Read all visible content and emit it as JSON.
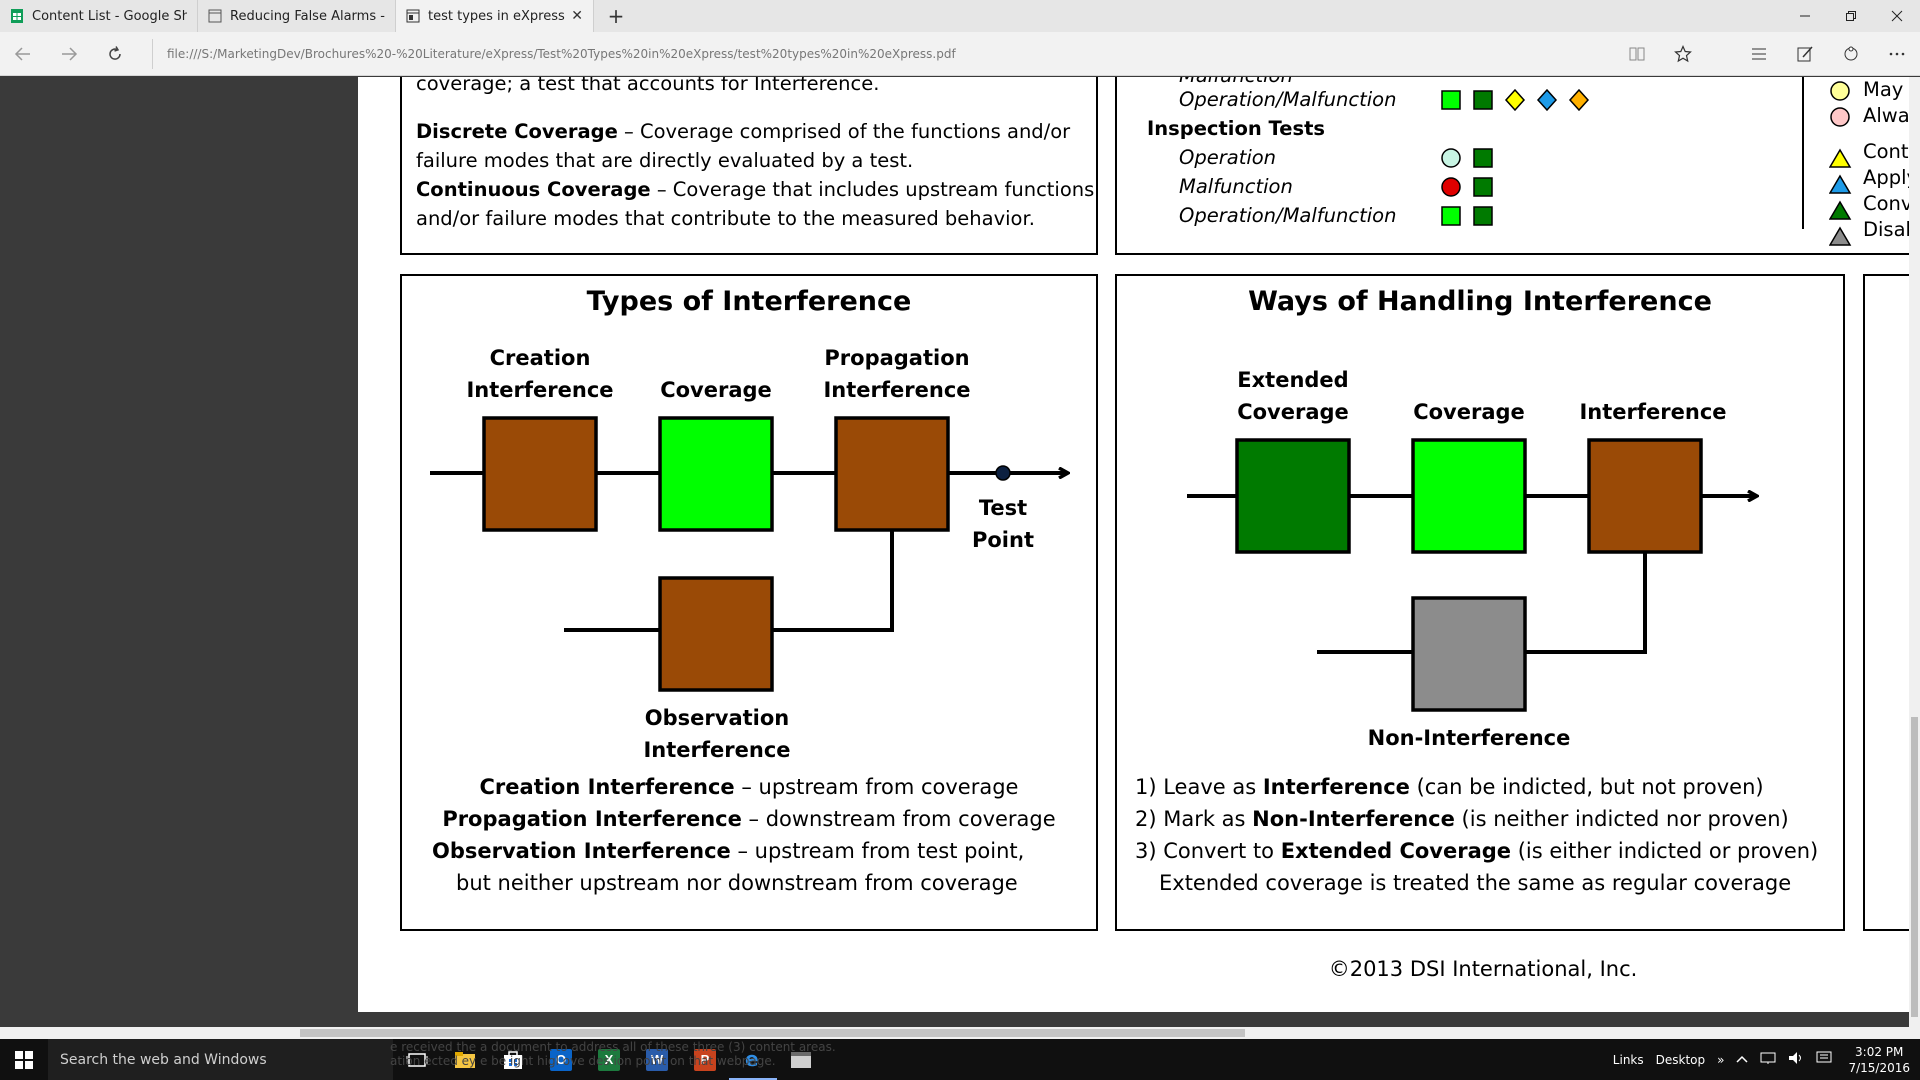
{
  "browser": {
    "tabs": [
      {
        "label": "Content List - Google Sheets",
        "icon": "sheets-icon",
        "active": false
      },
      {
        "label": "Reducing False Alarms - Jou",
        "icon": "page-icon",
        "active": false
      },
      {
        "label": "test types in eXpress.pdf",
        "icon": "pdf-icon",
        "active": true
      }
    ],
    "close_glyph": "✕",
    "new_tab_glyph": "+",
    "address": "file:///S:/MarketingDev/Brochures%20-%20Literature/eXpress/Test%20Types%20in%20eXpress/test%20types%20in%20eXpress.pdf"
  },
  "pdf": {
    "top_left": {
      "line1": "coverage; a test that accounts for Interference.",
      "discrete_term": "Discrete Coverage",
      "discrete_def_1": " – Coverage comprised of the functions and/or",
      "discrete_def_2": "failure modes that are directly evaluated by a test.",
      "continuous_term": "Continuous Coverage",
      "continuous_def_1": " – Coverage that includes upstream functions",
      "continuous_def_2": "and/or failure modes that contribute to the measured behavior."
    },
    "top_middle": {
      "cut_label": "Malfunction",
      "row_op_malf": "Operation/Malfunction",
      "inspection_title": "Inspection Tests",
      "insp_operation": "Operation",
      "insp_malfunction": "Malfunction",
      "insp_op_malf": "Operation/Malfunction"
    },
    "top_right": {
      "items": [
        "May",
        "Alwa",
        "Contr",
        "Apply",
        "Conv",
        "Disab"
      ]
    },
    "types_panel": {
      "title": "Types of Interference",
      "label_creation_1": "Creation",
      "label_creation_2": "Interference",
      "label_coverage": "Coverage",
      "label_propagation_1": "Propagation",
      "label_propagation_2": "Interference",
      "label_testpoint_1": "Test",
      "label_testpoint_2": "Point",
      "label_observation_1": "Observation",
      "label_observation_2": "Interference",
      "def1_term": "Creation Interference",
      "def1_text": " – upstream from coverage",
      "def2_term": "Propagation Interference",
      "def2_text": " – downstream from coverage",
      "def3_term": "Observation Interference",
      "def3_text": " – upstream from test point,",
      "def4_text": "but neither upstream nor downstream from coverage"
    },
    "handling_panel": {
      "title": "Ways of Handling Interference",
      "label_extended_1": "Extended",
      "label_extended_2": "Coverage",
      "label_coverage": "Coverage",
      "label_interference": "Interference",
      "label_noninterference": "Non-Interference",
      "item1_pre": "1) Leave as ",
      "item1_term": "Interference",
      "item1_post": " (can be indicted, but not proven)",
      "item2_pre": "2) Mark as ",
      "item2_term": "Non-Interference",
      "item2_post": " (is neither indicted nor proven)",
      "item3_pre": "3) Convert to ",
      "item3_term": "Extended Coverage",
      "item3_post": " (is either indicted or proven)",
      "item4_text": "Extended coverage is treated the same as regular coverage"
    },
    "copyright": "©2013 DSI International, Inc."
  },
  "taskbar": {
    "search_placeholder": "Search the web and Windows",
    "ghost_text_1": "e received the a document to address all of these three (3) content areas.",
    "ghost_text_2": "ation  ected  ey  e be  ight  higl  ove  des  ion point on that webpage.",
    "links": "Links",
    "desktop": "Desktop",
    "chevron": "»",
    "time": "3:02 PM",
    "date": "7/15/2016"
  },
  "colors": {
    "brown": "#9a4a06",
    "green": "#00ff00",
    "dark_green": "#007a00",
    "gray": "#8c8c8c",
    "red": "#e00000",
    "yellow": "#ffff00",
    "blue": "#1e9be8",
    "orange": "#ffb000",
    "mint": "#c8f5e4",
    "pink": "#ffc8c8",
    "pale_yellow": "#ffff99"
  }
}
